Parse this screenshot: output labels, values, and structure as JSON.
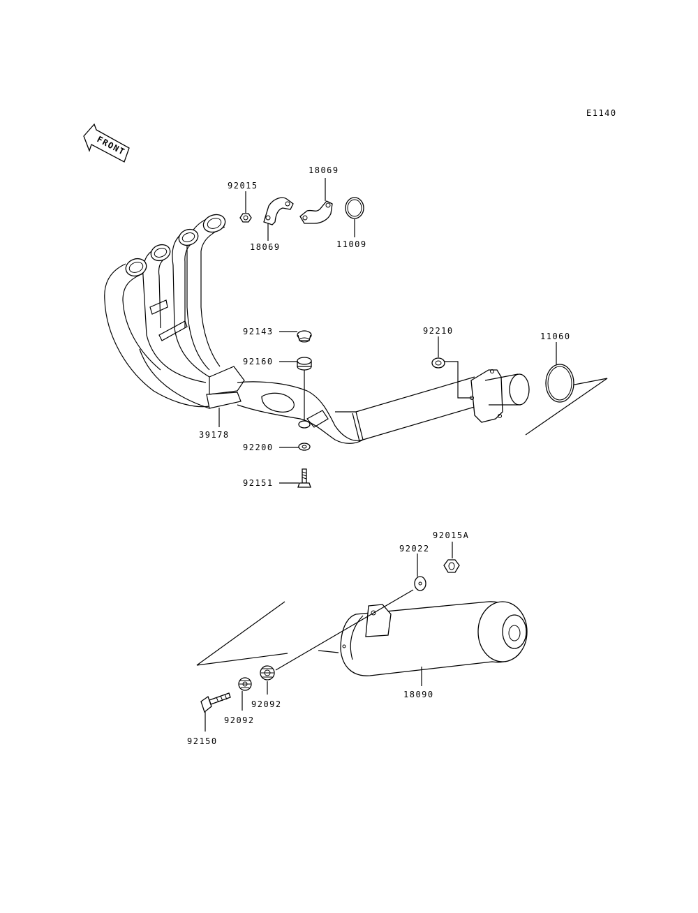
{
  "diagram_code": "E1140",
  "front_label": "FRONT",
  "labels": {
    "p92015": "92015",
    "p18069_top": "18069",
    "p18069_bottom": "18069",
    "p11009": "11009",
    "p92143": "92143",
    "p92160": "92160",
    "p92210": "92210",
    "p11060": "11060",
    "p39178": "39178",
    "p92200": "92200",
    "p92151": "92151",
    "p92015A": "92015A",
    "p92022": "92022",
    "p92092_right": "92092",
    "p92092_left": "92092",
    "p92150": "92150",
    "p18090": "18090"
  }
}
